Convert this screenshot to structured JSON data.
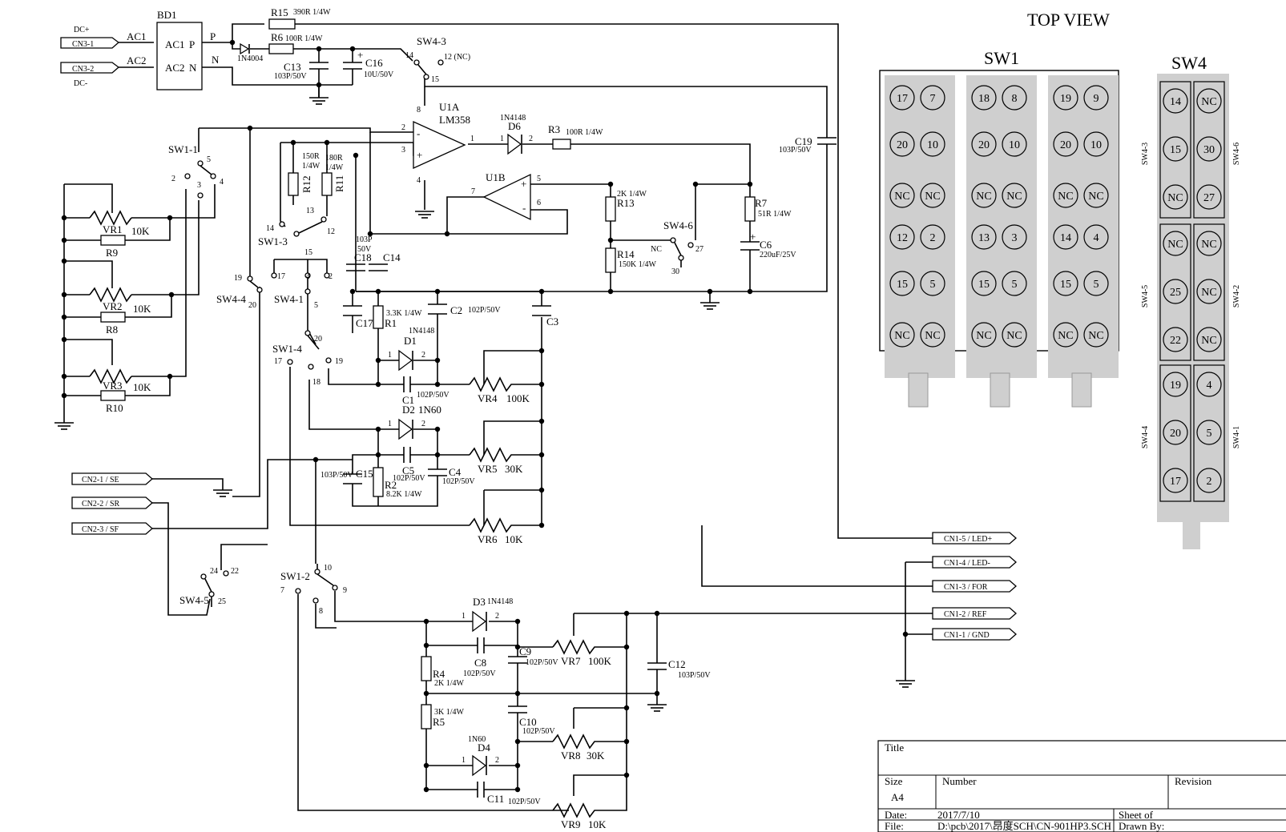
{
  "top_view_title": "TOP VIEW",
  "connectors": {
    "dc_plus": "DC+",
    "dc_minus": "DC-",
    "cn3_1": "CN3-1",
    "cn3_2": "CN3-2",
    "cn2_1": "CN2-1 / SE",
    "cn2_2": "CN2-2 / SR",
    "cn2_3": "CN2-3 / SF",
    "cn1_5": "CN1-5 / LED+",
    "cn1_4": "CN1-4 / LED-",
    "cn1_3": "CN1-3 / FOR",
    "cn1_2": "CN1-2 / REF",
    "cn1_1": "CN1-1 / GND"
  },
  "bridge": {
    "ref": "BD1",
    "ac1_net": "AC1",
    "ac2_net": "AC2",
    "ac1_pin": "AC1",
    "ac2_pin": "AC2",
    "p_pin": "P",
    "n_pin": "N"
  },
  "opamp": {
    "ref_a": "U1A",
    "part": "LM358",
    "ref_b": "U1B",
    "pins": {
      "p1": "1",
      "p2": "2",
      "p3": "3",
      "p4": "4",
      "p5": "5",
      "p6": "6",
      "p7": "7",
      "p8": "8",
      "plus": "+",
      "minus": "-"
    }
  },
  "diode_pins": {
    "one": "1",
    "two": "2"
  },
  "components": {
    "r15": {
      "ref": "R15",
      "value": "390R 1/4W"
    },
    "r6": {
      "ref": "R6",
      "value": "100R 1/4W"
    },
    "d_1n4004": {
      "value": "1N4004"
    },
    "c13": {
      "ref": "C13",
      "value": "103P/50V"
    },
    "c16": {
      "ref": "C16",
      "value": "10U/50V"
    },
    "d6": {
      "ref": "D6",
      "value": "1N4148"
    },
    "r3": {
      "ref": "R3",
      "value": "100R 1/4W"
    },
    "c19": {
      "ref": "C19",
      "value": "103P/50V"
    },
    "r12": {
      "ref": "R12",
      "value": "150R",
      "value2": "1/4W"
    },
    "r11": {
      "ref": "R11",
      "value": "180R",
      "value2": "1/4W"
    },
    "r13": {
      "ref": "R13",
      "value": "2K 1/4W"
    },
    "r14": {
      "ref": "R14",
      "value": "150K 1/4W"
    },
    "r7": {
      "ref": "R7",
      "value": "51R 1/4W"
    },
    "c6": {
      "ref": "C6",
      "value": "220uF/25V"
    },
    "c18": {
      "ref": "C18",
      "value": "103P",
      "value2": "50V"
    },
    "c14": {
      "ref": "C14"
    },
    "c17": {
      "ref": "C17"
    },
    "r1": {
      "ref": "R1",
      "value": "3.3K 1/4W"
    },
    "c2": {
      "ref": "C2",
      "value": "102P/50V"
    },
    "c3": {
      "ref": "C3"
    },
    "d1": {
      "ref": "D1",
      "value": "1N4148"
    },
    "c1": {
      "ref": "C1",
      "value": "102P/50V"
    },
    "vr4": {
      "ref": "VR4",
      "value": "100K"
    },
    "d2": {
      "ref": "D2",
      "value": "1N60"
    },
    "c15": {
      "ref": "C15",
      "value": "103P/50V"
    },
    "r2": {
      "ref": "R2",
      "value": "8.2K 1/4W"
    },
    "c5": {
      "ref": "C5",
      "value": "102P/50V"
    },
    "c4": {
      "ref": "C4",
      "value": "102P/50V"
    },
    "vr5": {
      "ref": "VR5",
      "value": "30K"
    },
    "vr6": {
      "ref": "VR6",
      "value": "10K"
    },
    "vr1": {
      "ref": "VR1",
      "value": "10K"
    },
    "r9": {
      "ref": "R9"
    },
    "vr2": {
      "ref": "VR2",
      "value": "10K"
    },
    "r8": {
      "ref": "R8"
    },
    "vr3": {
      "ref": "VR3",
      "value": "10K"
    },
    "r10": {
      "ref": "R10"
    },
    "d3": {
      "ref": "D3",
      "value": "1N4148"
    },
    "c8": {
      "ref": "C8",
      "value": "102P/50V"
    },
    "c9": {
      "ref": "C9",
      "value": "102P/50V"
    },
    "vr7": {
      "ref": "VR7",
      "value": "100K"
    },
    "c12": {
      "ref": "C12",
      "value": "103P/50V"
    },
    "r4": {
      "ref": "R4",
      "value": "2K 1/4W"
    },
    "r5": {
      "ref": "R5",
      "value": "3K 1/4W"
    },
    "c10": {
      "ref": "C10",
      "value": "102P/50V"
    },
    "vr8": {
      "ref": "VR8",
      "value": "30K"
    },
    "d4": {
      "ref": "D4",
      "value": "1N60"
    },
    "c11": {
      "ref": "C11",
      "value": "102P/50V"
    },
    "vr9": {
      "ref": "VR9",
      "value": "10K"
    }
  },
  "switches": {
    "sw4_3": {
      "ref": "SW4-3",
      "p14": "14",
      "p12": "12 (NC)",
      "p15": "15"
    },
    "sw1_1": {
      "ref": "SW1-1",
      "p2": "2",
      "p3": "3",
      "p4": "4",
      "p5": "5"
    },
    "sw1_3": {
      "ref": "SW1-3",
      "p14": "14",
      "p13": "13",
      "p12": "12",
      "p15": "15"
    },
    "sw4_6": {
      "ref": "SW4-6",
      "nc": "NC",
      "p27": "27",
      "p30": "30"
    },
    "sw4_4": {
      "ref": "SW4-4",
      "p19": "19",
      "p20": "20"
    },
    "sw4_1": {
      "ref": "SW4-1",
      "p17": "17",
      "p4": "4",
      "p2": "2",
      "p5": "5"
    },
    "sw1_4": {
      "ref": "SW1-4",
      "p20": "20",
      "p17": "17",
      "p18": "18",
      "p19": "19"
    },
    "sw4_5": {
      "ref": "SW4-5",
      "p24": "24",
      "p22": "22",
      "p25": "25"
    },
    "sw1_2": {
      "ref": "SW1-2",
      "p10": "10",
      "p7": "7",
      "p8": "8",
      "p9": "9"
    }
  },
  "sw1_view": {
    "title": "SW1",
    "columns": [
      [
        "17",
        "7",
        "20",
        "10",
        "NC",
        "NC",
        "12",
        "2",
        "15",
        "5",
        "NC",
        "NC"
      ],
      [
        "18",
        "8",
        "20",
        "10",
        "NC",
        "NC",
        "13",
        "3",
        "15",
        "5",
        "NC",
        "NC"
      ],
      [
        "19",
        "9",
        "20",
        "10",
        "NC",
        "NC",
        "14",
        "4",
        "15",
        "5",
        "NC",
        "NC"
      ]
    ]
  },
  "sw4_view": {
    "title": "SW4",
    "groups": [
      {
        "left_label": "SW4-3",
        "right_label": "SW4-6",
        "left": [
          "14",
          "15",
          "NC"
        ],
        "right": [
          "NC",
          "30",
          "27"
        ]
      },
      {
        "left_label": "SW4-5",
        "right_label": "SW4-2",
        "left": [
          "NC",
          "25",
          "22"
        ],
        "right": [
          "NC",
          "NC",
          "NC"
        ]
      },
      {
        "left_label": "SW4-4",
        "right_label": "SW4-1",
        "left": [
          "19",
          "20",
          "17"
        ],
        "right": [
          "4",
          "5",
          "2"
        ]
      }
    ]
  },
  "title_block": {
    "title_label": "Title",
    "size_label": "Size",
    "size_value": "A4",
    "number_label": "Number",
    "revision_label": "Revision",
    "date_label": "Date:",
    "date_value": "2017/7/10",
    "sheet_label": "Sheet  of",
    "file_label": "File:",
    "file_value": "D:\\pcb\\2017\\昂度SCH\\CN-901HP3.SCH",
    "drawn_label": "Drawn By:"
  }
}
